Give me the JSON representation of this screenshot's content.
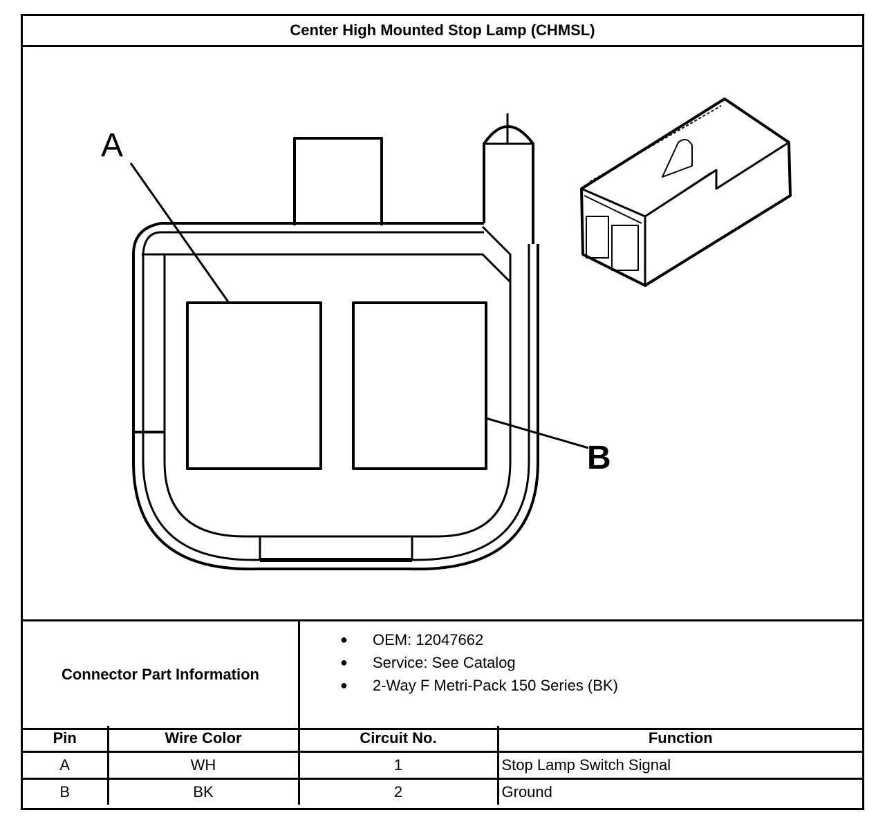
{
  "title": "Center High Mounted Stop Lamp (CHMSL)",
  "diagram": {
    "callouts": [
      "A",
      "B"
    ]
  },
  "part_info": {
    "label": "Connector Part Information",
    "items": [
      "OEM: 12047662",
      "Service: See Catalog",
      "2-Way F Metri-Pack 150 Series (BK)"
    ]
  },
  "pin_table": {
    "headers": [
      "Pin",
      "Wire Color",
      "Circuit No.",
      "Function"
    ],
    "rows": [
      [
        "A",
        "WH",
        "1",
        "Stop Lamp Switch Signal"
      ],
      [
        "B",
        "BK",
        "2",
        "Ground"
      ]
    ]
  }
}
